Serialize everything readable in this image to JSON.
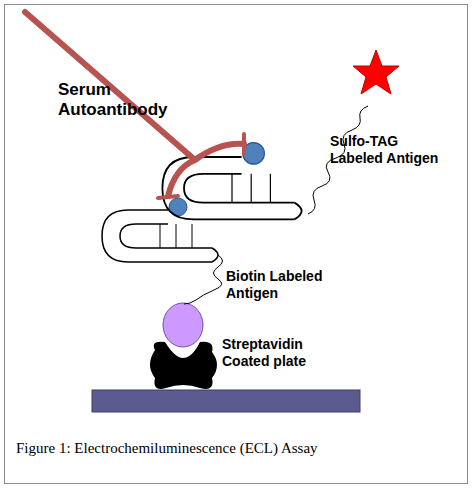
{
  "diagram": {
    "caption": "Figure 1: Electrochemiluminescence (ECL) Assay",
    "labels": [
      "Serum Autoantibody",
      "Sulfo-TAG Labeled Antigen",
      "Biotin Labeled Antigen",
      "Streptavidin Coated plate"
    ]
  }
}
